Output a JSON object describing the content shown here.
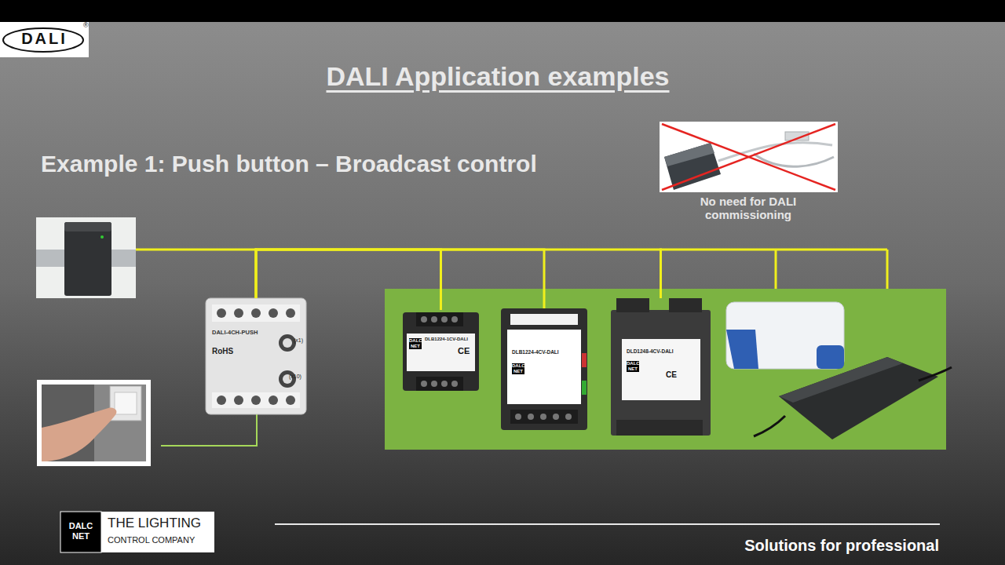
{
  "diagram": {
    "title": "DALI Application examples",
    "nodes": [
      {
        "text": [
          "DALI"
        ]
      },
      {
        "text": [
          "No need for DALI commissioning"
        ]
      },
      {
        "text": [
          "DALI-4CH-PUSH",
          "RoHS",
          "(x1)",
          "(x10)"
        ]
      },
      {
        "text": [
          "DALC NET",
          "DLB1224-1CV-DALI",
          "CE"
        ]
      },
      {
        "text": [
          "DALC NET",
          "DLB1224-4CV-DALI"
        ]
      },
      {
        "text": [
          "DALC NET",
          "DLD1248-4CV-DALI",
          "CE"
        ]
      },
      {
        "text": [
          "DALC NET",
          "THE LIGHTING",
          "CONTROL COMPANY"
        ]
      }
    ],
    "edges": [
      {
        "from": 2,
        "to": 3,
        "arrow": "none"
      },
      {
        "from": 2,
        "to": 4,
        "arrow": "none"
      },
      {
        "from": 2,
        "to": 5,
        "arrow": "none"
      }
    ],
    "labels": [
      "®",
      "Example 1: Push button – Broadcast control",
      "Solutions for professional"
    ]
  }
}
